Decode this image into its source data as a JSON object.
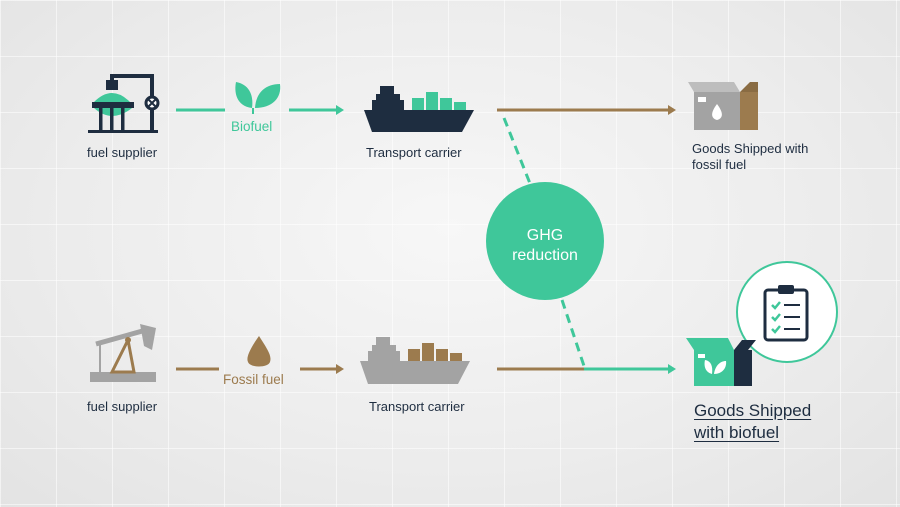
{
  "colors": {
    "green": "#3fc79a",
    "navy": "#1e2d40",
    "brown": "#9c7b4e",
    "gray": "#a3a3a3"
  },
  "top_row": {
    "supplier_label": "fuel supplier",
    "supplier_icon": "refinery-icon",
    "fuel_label": "Biofuel",
    "fuel_icon": "leaf-icon",
    "carrier_label": "Transport carrier",
    "carrier_icon": "cargo-ship-icon",
    "goods_label_line1": "Goods Shipped with",
    "goods_label_line2": "fossil fuel",
    "goods_icon": "open-box-icon"
  },
  "bottom_row": {
    "supplier_label": "fuel supplier",
    "supplier_icon": "oil-pump-icon",
    "fuel_label": "Fossil fuel",
    "fuel_icon": "oil-drop-icon",
    "carrier_label": "Transport carrier",
    "carrier_icon": "cargo-ship-icon",
    "goods_label_line1": "Goods Shipped",
    "goods_label_line2": "with biofuel",
    "goods_icon": "open-box-leaf-icon",
    "badge_icon": "clipboard-checklist-icon"
  },
  "ghg": {
    "line1": "GHG",
    "line2": "reduction"
  }
}
